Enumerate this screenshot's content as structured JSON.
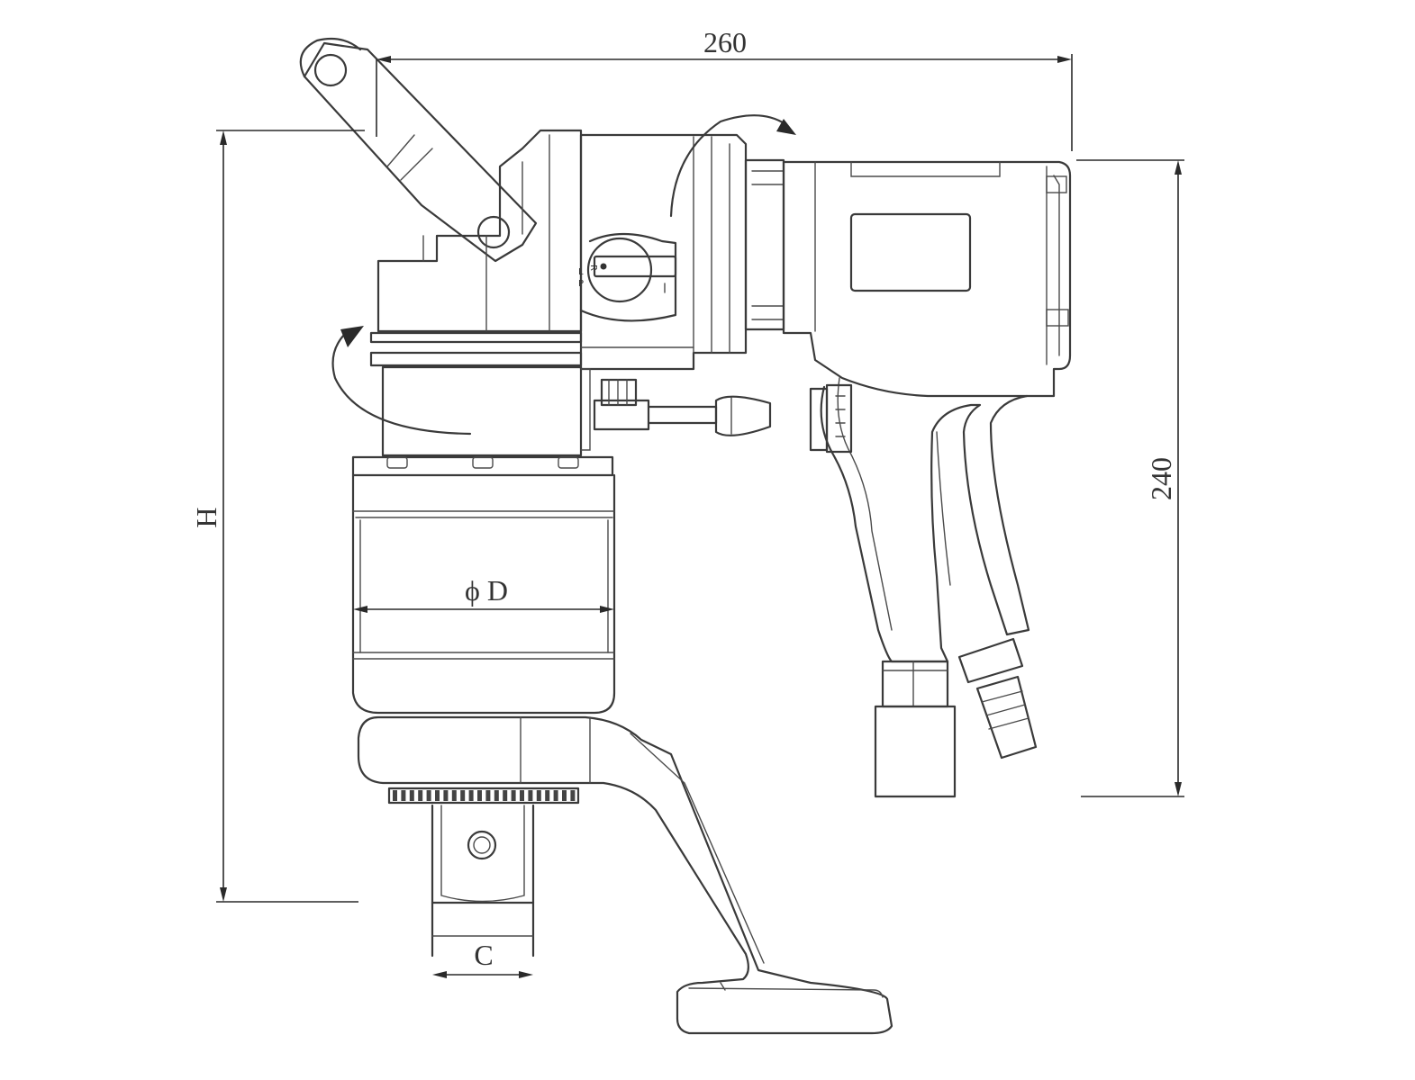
{
  "dimensions": {
    "width": "260",
    "height": "240",
    "overall_height": "H",
    "diameter": "ϕ D",
    "square_drive": "C"
  },
  "colors": {
    "line": "#3a3a3a",
    "background": "#ffffff"
  }
}
